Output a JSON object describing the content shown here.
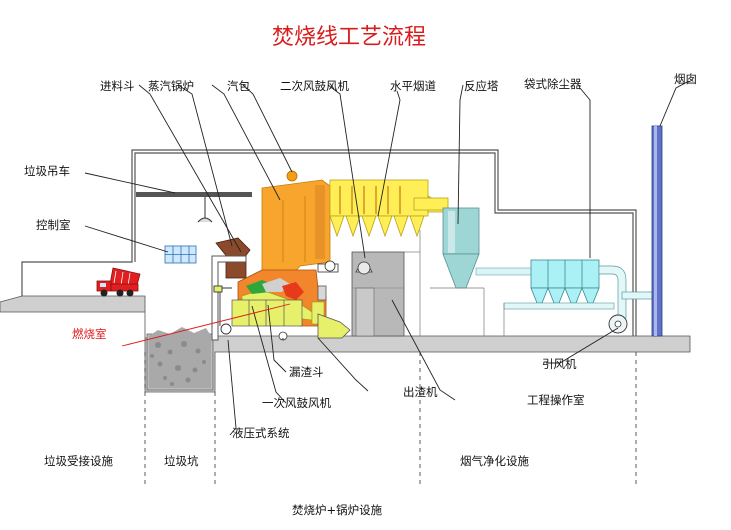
{
  "title": "焚烧线工艺流程",
  "labels": {
    "feed_hopper": "进料斗",
    "steam_boiler": "蒸汽锅炉",
    "steam_drum": "汽包",
    "secondary_fan": "二次风鼓风机",
    "horizontal_flue": "水平烟道",
    "reactor_tower": "反应塔",
    "bag_filter": "袋式除尘器",
    "chimney": "烟囱",
    "garbage_crane": "垃圾吊车",
    "control_room": "控制室",
    "incinerator": "燃烧室",
    "slag_hopper": "漏渣斗",
    "primary_fan": "一次风鼓风机",
    "hydraulic_system": "液压式系统",
    "slag_extractor": "出渣机",
    "engineering_room": "工程操作室",
    "induced_fan": "引风机"
  },
  "zones": {
    "receiving": "垃圾受接设施",
    "pit": "垃圾坑",
    "gas_cleaning": "烟气净化设施",
    "furnace_boiler": "焚烧炉+锅炉设施"
  },
  "colors": {
    "title": "#d81c1c",
    "boiler": "#f7a52c",
    "flue": "#ffee55",
    "reactor": "#9ed6d6",
    "bag_filter": "#aaf0f4",
    "chimney": "#5f72c8",
    "grate": "#e6f06a",
    "truck": "#e02020"
  }
}
